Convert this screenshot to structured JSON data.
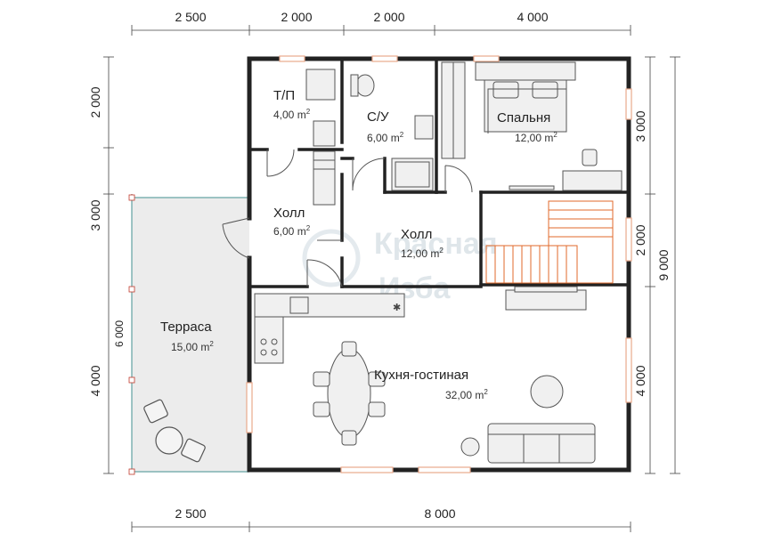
{
  "plan": {
    "dimensions_top": [
      "2 500",
      "2 000",
      "2 000",
      "4 000"
    ],
    "dimensions_bottom": [
      "2 500",
      "8 000"
    ],
    "dimensions_left": [
      "2 000",
      "3 000",
      "4 000"
    ],
    "dimension_left_terrace": "6 000",
    "dimensions_right": [
      "3 000",
      "2 000",
      "4 000"
    ],
    "dimension_right_total": "9 000",
    "watermark": [
      "Красная",
      "Изба"
    ],
    "rooms": {
      "tp": {
        "name": "Т/П",
        "area": "4,00 m",
        "unit_sup": "2"
      },
      "su": {
        "name": "С/У",
        "area": "6,00 m",
        "unit_sup": "2"
      },
      "bedroom": {
        "name": "Спальня",
        "area": "12,00 m",
        "unit_sup": "2"
      },
      "hall1": {
        "name": "Холл",
        "area": "6,00 m",
        "unit_sup": "2"
      },
      "hall2": {
        "name": "Холл",
        "area": "12,00 m",
        "unit_sup": "2"
      },
      "terrace": {
        "name": "Терраса",
        "area": "15,00 m",
        "unit_sup": "2"
      },
      "kitchen": {
        "name": "Кухня-гостиная",
        "area": "32,00 m",
        "unit_sup": "2"
      }
    },
    "colors": {
      "wall": "#222222",
      "window": "#e8a98c",
      "terrace": "#ececec",
      "terrace_rail": "#7fb2b2",
      "stair": "#e06a2b",
      "furniture_fill": "#f0f0f0",
      "furniture_stroke": "#555555"
    }
  }
}
